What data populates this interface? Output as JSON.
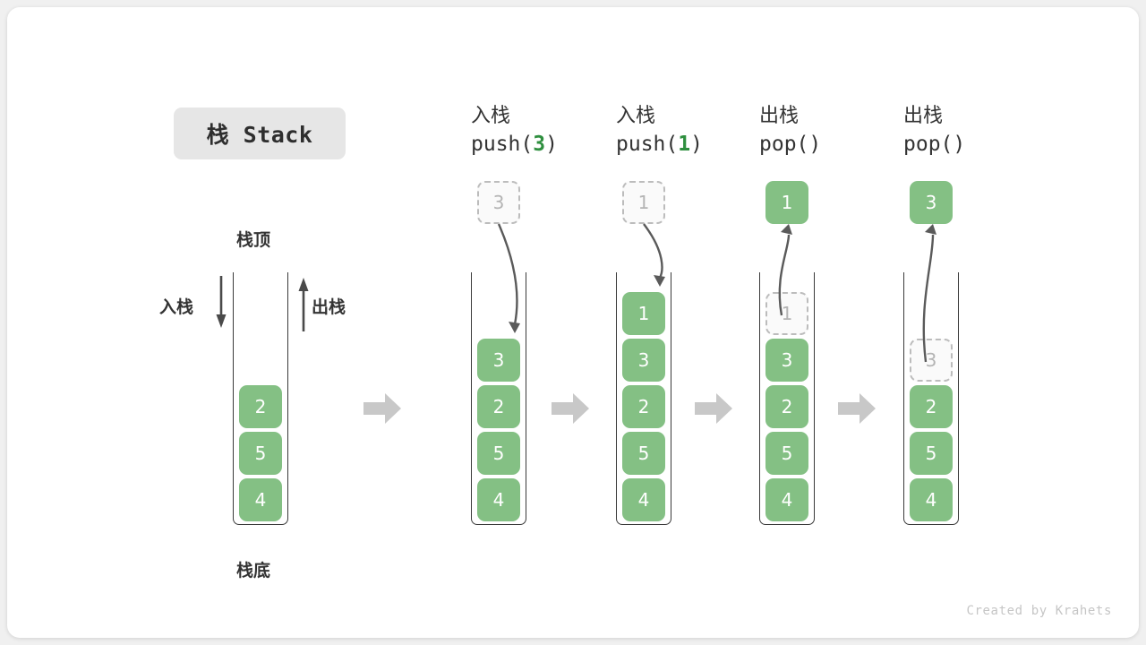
{
  "title": "栈 Stack",
  "labels": {
    "top": "栈顶",
    "bottom": "栈底",
    "push": "入栈",
    "pop": "出栈"
  },
  "initial_stack": [
    "2",
    "5",
    "4"
  ],
  "steps": [
    {
      "op_cn": "入栈",
      "op_code_prefix": "push(",
      "op_code_arg": "3",
      "op_code_suffix": ")",
      "action": "push",
      "external_value": "3",
      "external_style": "ghost",
      "cells": [
        {
          "value": "3",
          "style": "filled"
        },
        {
          "value": "2",
          "style": "filled"
        },
        {
          "value": "5",
          "style": "filled"
        },
        {
          "value": "4",
          "style": "filled"
        }
      ]
    },
    {
      "op_cn": "入栈",
      "op_code_prefix": "push(",
      "op_code_arg": "1",
      "op_code_suffix": ")",
      "action": "push",
      "external_value": "1",
      "external_style": "ghost",
      "cells": [
        {
          "value": "1",
          "style": "filled"
        },
        {
          "value": "3",
          "style": "filled"
        },
        {
          "value": "2",
          "style": "filled"
        },
        {
          "value": "5",
          "style": "filled"
        },
        {
          "value": "4",
          "style": "filled"
        }
      ]
    },
    {
      "op_cn": "出栈",
      "op_code_prefix": "pop(",
      "op_code_arg": "",
      "op_code_suffix": ")",
      "action": "pop",
      "external_value": "1",
      "external_style": "filled",
      "cells": [
        {
          "value": "1",
          "style": "ghost"
        },
        {
          "value": "3",
          "style": "filled"
        },
        {
          "value": "2",
          "style": "filled"
        },
        {
          "value": "5",
          "style": "filled"
        },
        {
          "value": "4",
          "style": "filled"
        }
      ]
    },
    {
      "op_cn": "出栈",
      "op_code_prefix": "pop(",
      "op_code_arg": "",
      "op_code_suffix": ")",
      "action": "pop",
      "external_value": "3",
      "external_style": "filled",
      "cells": [
        {
          "value": "3",
          "style": "ghost"
        },
        {
          "value": "2",
          "style": "filled"
        },
        {
          "value": "5",
          "style": "filled"
        },
        {
          "value": "4",
          "style": "filled"
        }
      ]
    }
  ],
  "footer": "Created by Krahets",
  "colors": {
    "cell_fill": "#84c084",
    "accent_green": "#2f8f3f",
    "ghost_border": "#bcbcbc",
    "chevron": "#c8c8c8",
    "chip_bg": "#e6e6e6",
    "stroke": "#3a3a3a"
  }
}
